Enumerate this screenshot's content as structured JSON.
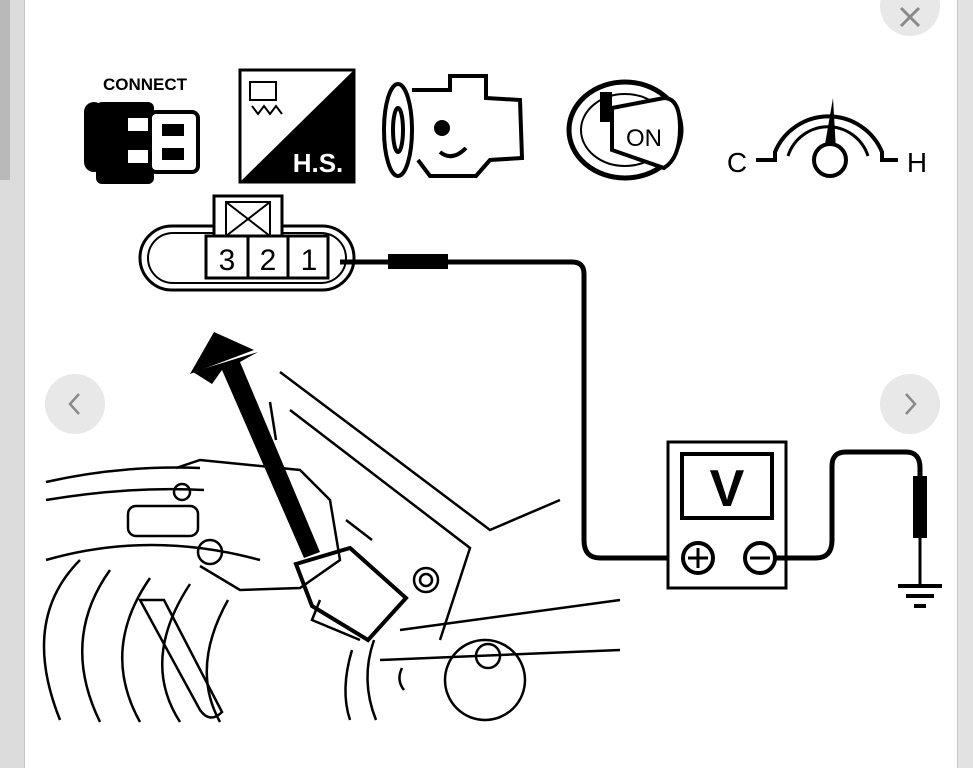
{
  "viewer": {
    "close_icon": "close-icon",
    "prev_icon": "chevron-left-icon",
    "next_icon": "chevron-right-icon"
  },
  "diagram": {
    "connect_label": "CONNECT",
    "hs_label": "H.S.",
    "key_label": "ON",
    "gauge_cold": "C",
    "gauge_hot": "H",
    "pins": [
      "3",
      "2",
      "1"
    ],
    "voltmeter_label": "V",
    "plus": "+",
    "minus": "−"
  }
}
